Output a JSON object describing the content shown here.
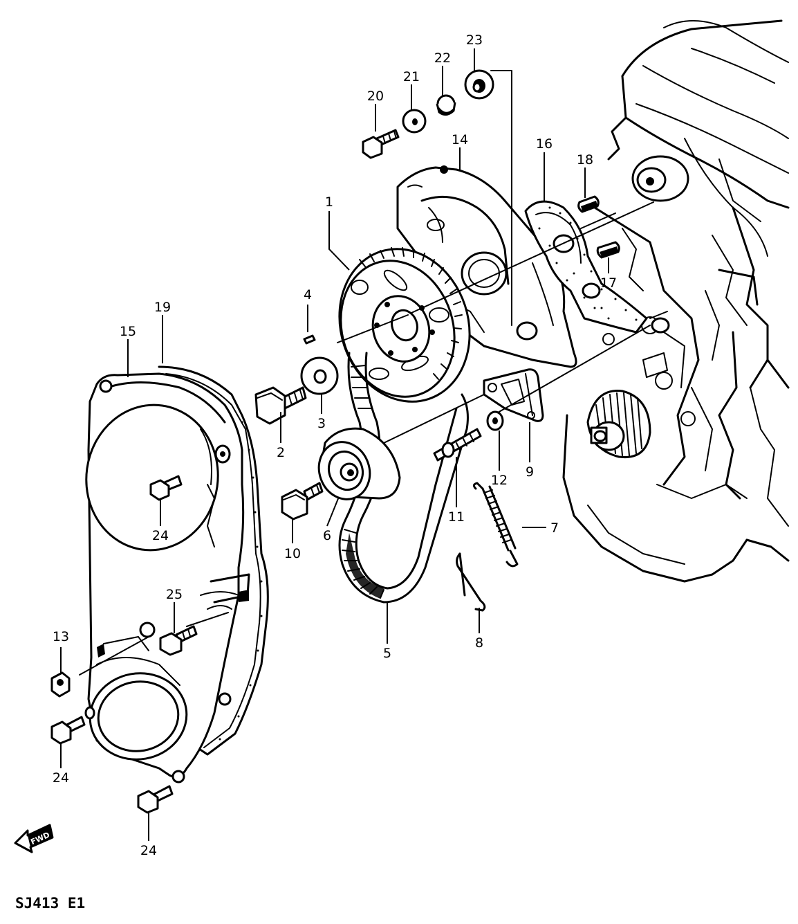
{
  "diagram": {
    "part_labels": [
      "1",
      "2",
      "3",
      "4",
      "5",
      "6",
      "7",
      "8",
      "9",
      "10",
      "11",
      "12",
      "13",
      "14",
      "15",
      "16",
      "17",
      "18",
      "19",
      "20",
      "21",
      "22",
      "23",
      "24",
      "24",
      "24",
      "24",
      "25"
    ],
    "direction_marker": "FWD",
    "drawing_code": "SJ413 E1"
  }
}
